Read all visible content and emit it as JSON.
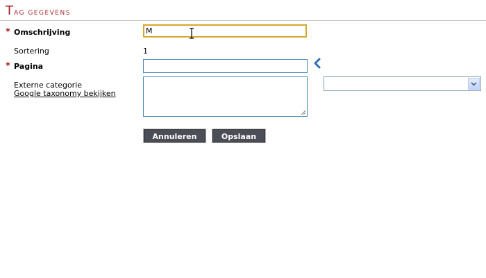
{
  "section": {
    "title_first_letter": "T",
    "title_rest": "ag gegevens"
  },
  "form": {
    "omschrijving": {
      "label": "Omschrijving",
      "required": true,
      "value": "M"
    },
    "sortering": {
      "label": "Sortering",
      "value": "1"
    },
    "pagina": {
      "label": "Pagina",
      "required": true,
      "value": ""
    },
    "externe_categorie": {
      "label": "Externe categorie",
      "link": "Google taxonomy bekijken",
      "textarea_value": "",
      "select_value": ""
    }
  },
  "buttons": {
    "cancel_label": "Annuleren",
    "save_label": "Opslaan"
  },
  "colors": {
    "accent_red": "#a31f24",
    "input_border": "#4a8bb5",
    "focus_border": "#d7a72a",
    "button_bg": "#4b4d57",
    "chevron_blue": "#2c6fb7"
  },
  "icons": {
    "required": "asterisk-icon",
    "picker": "chevron-left-icon",
    "dropdown": "chevron-down-icon",
    "cursor": "text-cursor-icon"
  }
}
